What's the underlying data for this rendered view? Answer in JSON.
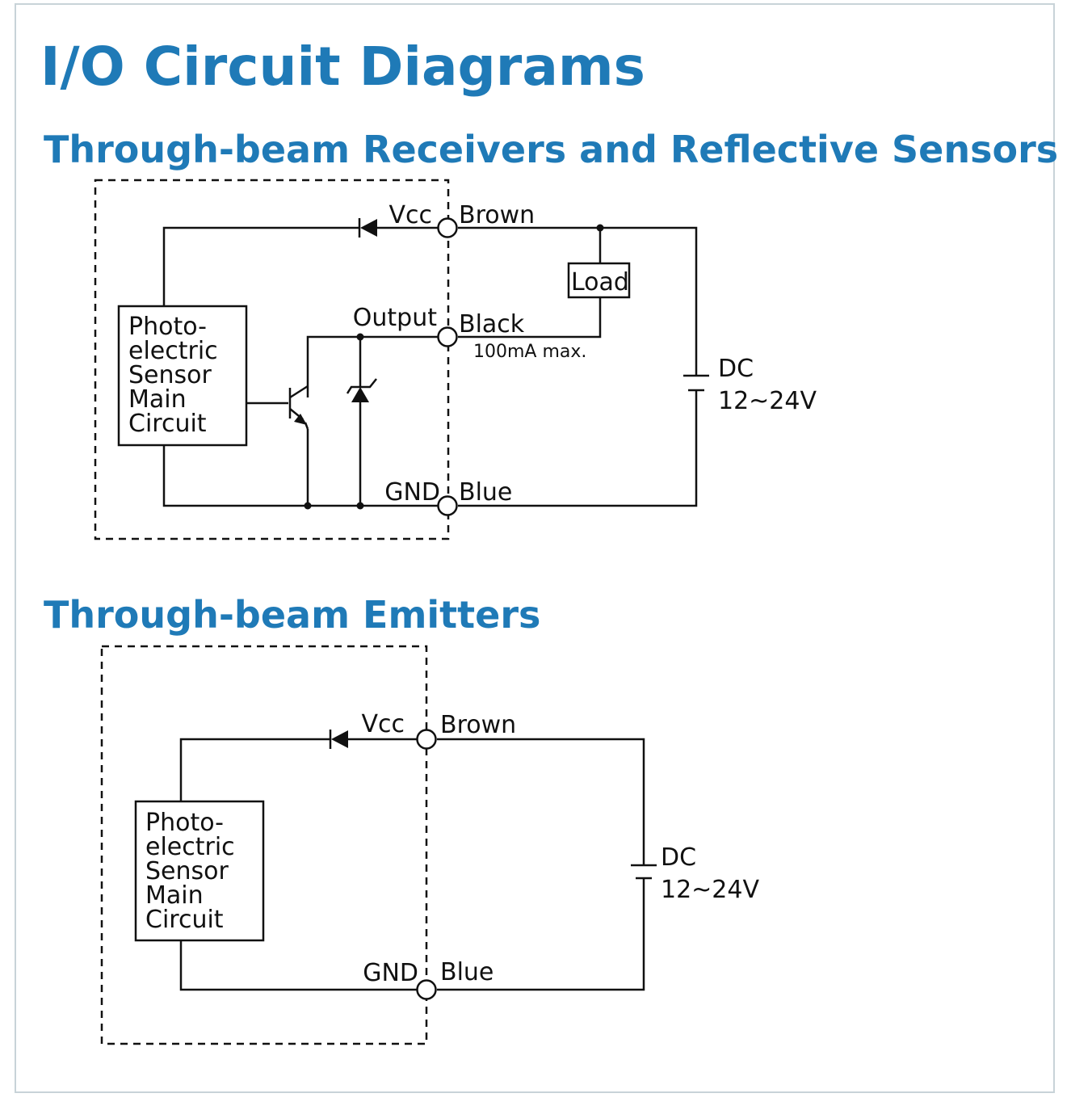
{
  "page_title": "I/O Circuit Diagrams",
  "receivers": {
    "title": "Through-beam Receivers and Reflective Sensors",
    "circuit_lines": [
      "Photo-",
      "electric",
      "Sensor",
      "Main",
      "Circuit"
    ],
    "vcc": "Vcc",
    "output": "Output",
    "gnd": "GND",
    "brown": "Brown",
    "black": "Black",
    "blue": "Blue",
    "current": "100mA max.",
    "load": "Load",
    "dc": "DC",
    "voltage": "12~24V"
  },
  "emitters": {
    "title": "Through-beam Emitters",
    "circuit_lines": [
      "Photo-",
      "electric",
      "Sensor",
      "Main",
      "Circuit"
    ],
    "vcc": "Vcc",
    "gnd": "GND",
    "brown": "Brown",
    "blue": "Blue",
    "dc": "DC",
    "voltage": "12~24V"
  }
}
